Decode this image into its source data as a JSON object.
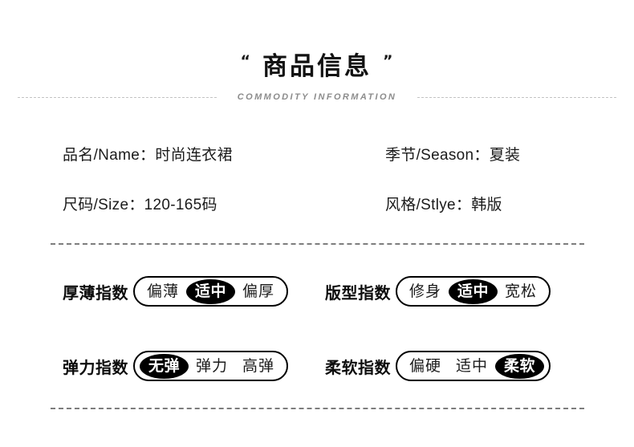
{
  "header": {
    "quote_left": "“",
    "quote_right": "”",
    "title": "商品信息",
    "subtitle": "COMMODITY INFORMATION"
  },
  "info": {
    "rows": [
      {
        "left": {
          "label": "品名/Name：",
          "value": "时尚连衣裙"
        },
        "right": {
          "label": "季节/Season：",
          "value": "夏装"
        }
      },
      {
        "left": {
          "label": "尺码/Size：",
          "value": "120-165码"
        },
        "right": {
          "label": "风格/Stlye：",
          "value": "韩版"
        }
      }
    ]
  },
  "indices": {
    "rows": [
      {
        "left": {
          "label": "厚薄指数",
          "options": [
            "偏薄",
            "适中",
            "偏厚"
          ],
          "selected": 1
        },
        "right": {
          "label": "版型指数",
          "options": [
            "修身",
            "适中",
            "宽松"
          ],
          "selected": 1
        }
      },
      {
        "left": {
          "label": "弹力指数",
          "options": [
            "无弹",
            "弹力",
            "高弹"
          ],
          "selected": 0
        },
        "right": {
          "label": "柔软指数",
          "options": [
            "偏硬",
            "适中",
            "柔软"
          ],
          "selected": 2
        }
      }
    ]
  },
  "colors": {
    "background": "#ffffff",
    "text": "#1b1b1b",
    "selected_bg": "#000000",
    "selected_text": "#ffffff",
    "divider": "#7d7d7d",
    "subtitle": "#8c8c8c"
  }
}
